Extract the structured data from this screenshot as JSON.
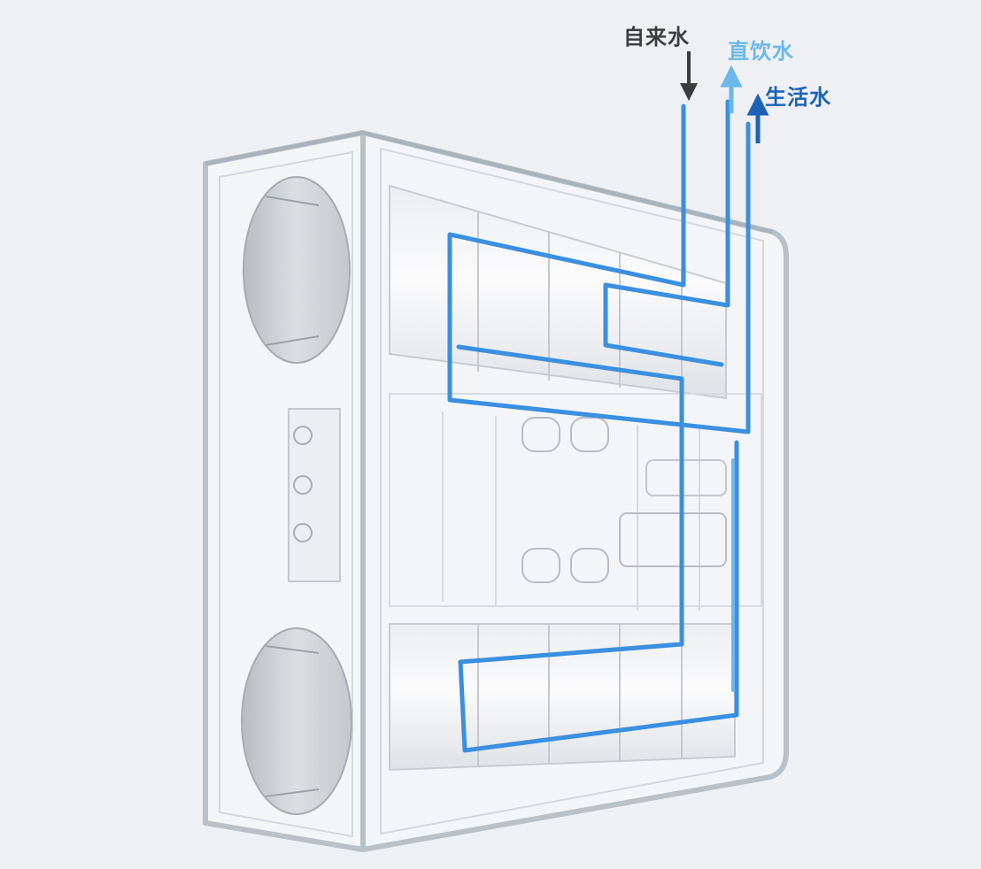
{
  "flows": {
    "tap_water": {
      "label": "自来水",
      "color": "#3d3d3d"
    },
    "direct_drinking_water": {
      "label": "直饮水",
      "color": "#6cb7ea"
    },
    "domestic_water": {
      "label": "生活水",
      "color": "#1c63b8"
    }
  },
  "palette": {
    "background": "#eef0f3",
    "housing_outline": "#b9c0c8",
    "filter_fill": "#f6f7f9",
    "cap_fill": "#cfd2d6",
    "flow_blue": "#3a8fe0"
  }
}
